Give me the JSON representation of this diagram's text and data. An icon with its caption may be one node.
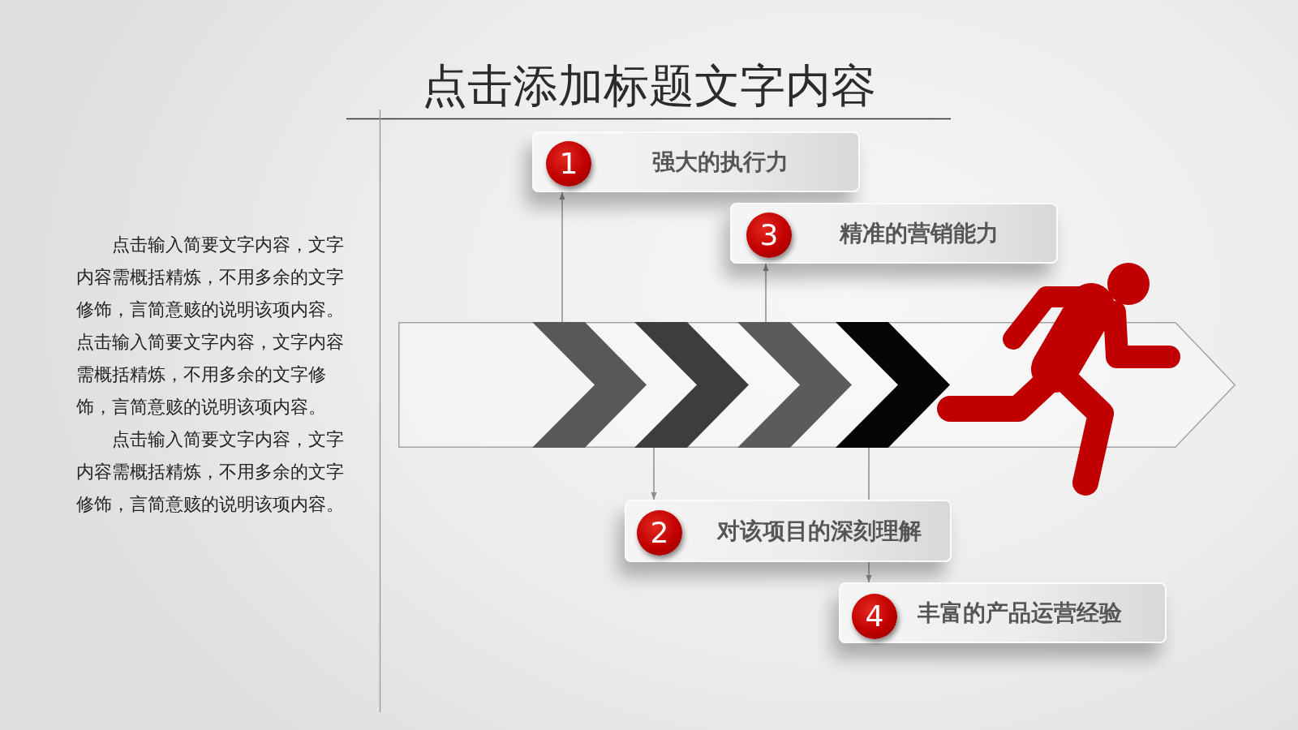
{
  "diagram": {
    "title": "点击添加标题文字内容",
    "nodes": [
      {
        "text": [
          "强大的执行力"
        ]
      },
      {
        "text": [
          "1"
        ],
        "in": 0
      },
      {
        "text": [
          "精准的营销能力"
        ]
      },
      {
        "text": [
          "3"
        ],
        "in": 2
      },
      {
        "text": [],
        "shape": "arrow"
      },
      {
        "text": [],
        "shape": "chevron",
        "in": 4
      },
      {
        "text": [],
        "shape": "chevron",
        "in": 4
      },
      {
        "text": [],
        "shape": "chevron",
        "in": 4
      },
      {
        "text": [],
        "shape": "chevron",
        "in": 4
      },
      {
        "text": [
          "对该项目的深刻理解"
        ]
      },
      {
        "text": [
          "2"
        ],
        "in": 9
      },
      {
        "text": [
          "丰富的产品运营经验"
        ]
      },
      {
        "text": [
          "4"
        ],
        "in": 11
      }
    ],
    "edges": [
      {
        "from": 4,
        "to": 0,
        "arrow": "to"
      },
      {
        "from": 4,
        "to": 2,
        "arrow": "to"
      },
      {
        "from": 4,
        "to": 9,
        "arrow": "to"
      },
      {
        "from": 4,
        "to": 11,
        "arrow": "to"
      }
    ],
    "labels": [
      "点击输入简要文字内容，文字内容需概括精炼，不用多余的文字修饰，言简意赅的说明该项内容。点击输入简要文字内容，文字内容需概括精炼，不用多余的文字修饰，言简意赅的说明该项内容。",
      "点击输入简要文字内容，文字内容需概括精炼，不用多余的文字修饰，言简意赅的说明该项内容。"
    ]
  }
}
